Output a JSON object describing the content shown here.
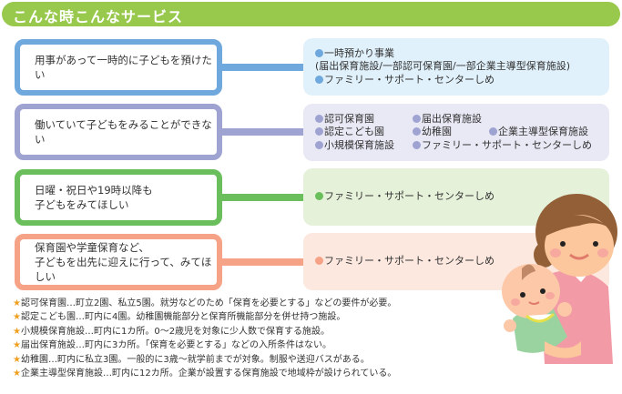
{
  "header": {
    "title": "こんな時こんなサービス"
  },
  "colors": {
    "header": "#98c94d",
    "blue": "#6fa8dc",
    "purple": "#9fa3d1",
    "green": "#6abf5c",
    "salmon": "#f5a286",
    "star": "#f0a020"
  },
  "rows": [
    {
      "need": [
        "用事があって一時的に子どもを預けたい"
      ],
      "services": [
        {
          "bullet": true,
          "text": "一時預かり事業"
        },
        {
          "bullet": false,
          "text": "(届出保育施設/一部認可保育園/一部企業主導型保育施設)"
        },
        {
          "bullet": true,
          "text": "ファミリー・サポート・センターしめ"
        }
      ]
    },
    {
      "need": [
        "働いていて子どもをみることができない"
      ],
      "services_grid": [
        [
          "認可保育園",
          "届出保育施設",
          ""
        ],
        [
          "認定こども園",
          "幼稚園",
          "企業主導型保育施設"
        ],
        [
          "小規模保育施設",
          "ファミリー・サポート・センターしめ",
          ""
        ]
      ]
    },
    {
      "need": [
        "日曜・祝日や19時以降も",
        "子どもをみてほしい"
      ],
      "services": [
        {
          "bullet": true,
          "text": "ファミリー・サポート・センターしめ"
        }
      ]
    },
    {
      "need": [
        "保育園や学童保育など、",
        "子どもを出先に迎えに行って、みてほしい"
      ],
      "services": [
        {
          "bullet": true,
          "text": "ファミリー・サポート・センターしめ"
        }
      ]
    }
  ],
  "notes": [
    "認可保育園…町立2園、私立5園。就労などのため「保育を必要とする」などの要件が必要。",
    "認定こども園…町内に4園。幼稚園機能部分と保育所機能部分を併せ持つ施設。",
    "小規模保育施設…町内に1カ所。0～2歳児を対象に少人数で保育する施設。",
    "届出保育施設…町内に3カ所。「保育を必要とする」などの入所条件はない。",
    "幼稚園…町内に私立3園。一般的に3歳～就学前までが対象。制服や送迎バスがある。",
    "企業主導型保育施設…町内に12カ所。企業が設置する保育施設で地域枠が設けられている。"
  ],
  "icons": {
    "star": "★",
    "illustration": "mother-and-baby-illustration"
  }
}
